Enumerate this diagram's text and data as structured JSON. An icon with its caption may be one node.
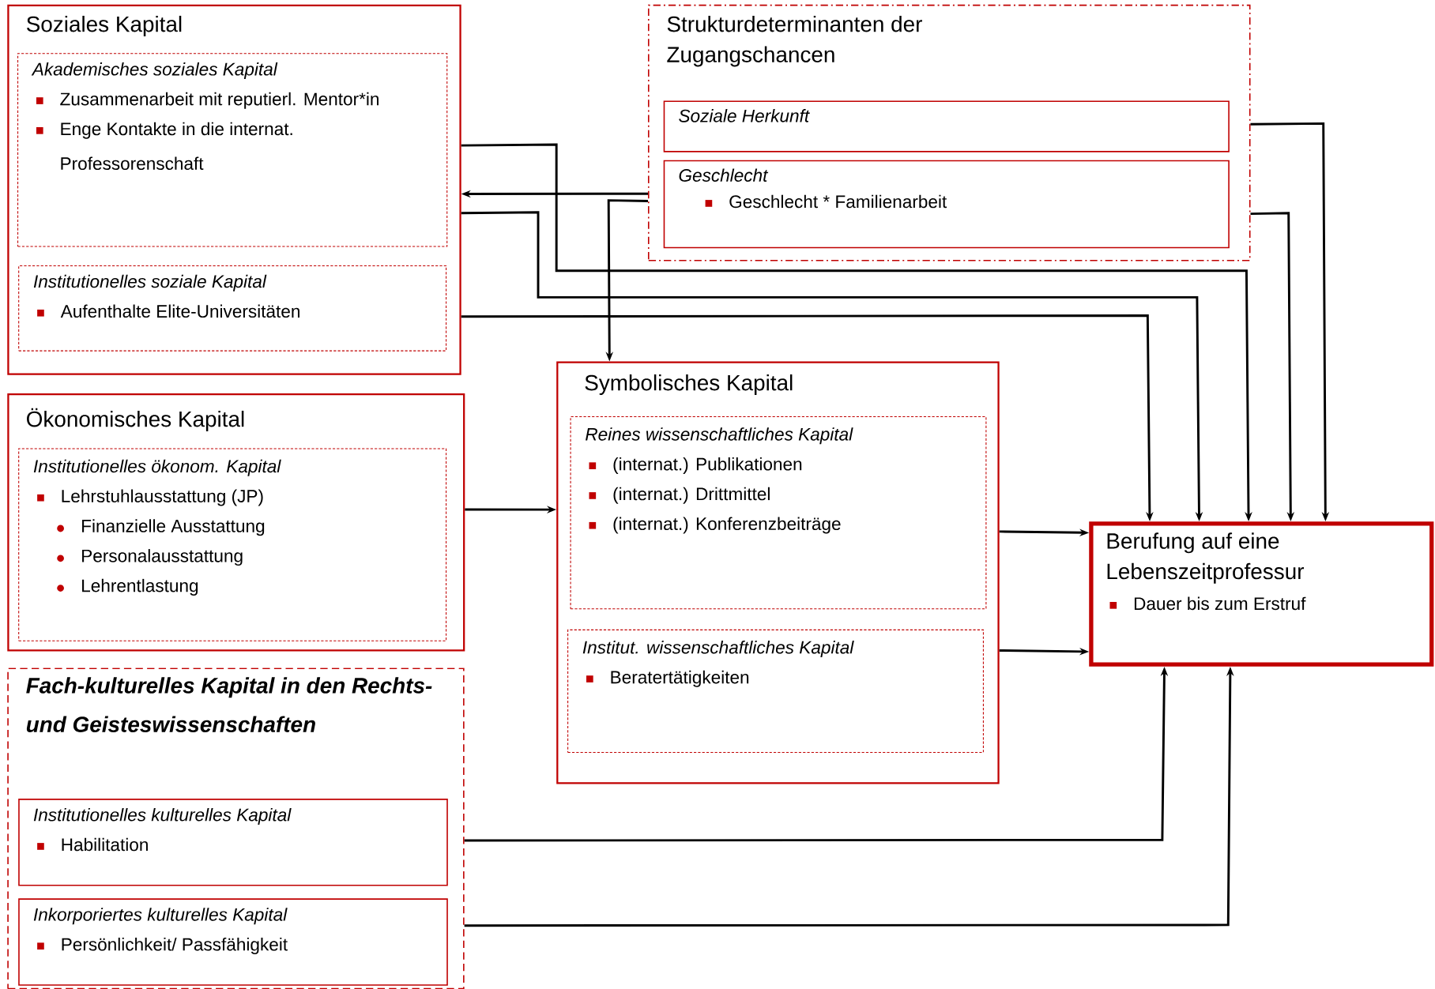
{
  "diagram": {
    "nodes": [
      {
        "text": [
          "Soziales Kapital"
        ]
      },
      {
        "text": [
          "Akademisches soziales Kapital",
          "Zusammenarbeit mit reputierl. Mentor*in",
          "Enge Kontakte in die internat. Professorenschaft"
        ],
        "in": 0
      },
      {
        "text": [
          "Institutionelles soziale Kapital",
          "Aufenthalte Elite-Universitäten"
        ],
        "in": 0
      },
      {
        "text": [
          "Strukturdeterminanten der Zugangschancen"
        ]
      },
      {
        "text": [
          "Soziale Herkunft"
        ],
        "in": 3
      },
      {
        "text": [
          "Geschlecht",
          "Geschlecht * Familienarbeit"
        ],
        "in": 3
      },
      {
        "text": [
          "Ökonomisches Kapital"
        ]
      },
      {
        "text": [
          "Institutionelles ökonom. Kapital",
          "Lehrstuhlausstattung (JP)",
          "Finanzielle Ausstattung",
          "Personalausstattung",
          "Lehrentlastung"
        ],
        "in": 6
      },
      {
        "text": [
          "Fach-kulturelles Kapital in den Rechts- und Geisteswissenschaften"
        ]
      },
      {
        "text": [
          "Institutionelles kulturelles Kapital",
          "Habilitation"
        ],
        "in": 8
      },
      {
        "text": [
          "Inkorporiertes kulturelles Kapital",
          "Persönlichkeit/ Passfähigkeit"
        ],
        "in": 8
      },
      {
        "text": [
          "Symbolisches Kapital"
        ]
      },
      {
        "text": [
          "Reines wissenschaftliches Kapital",
          "(internat.) Publikationen",
          "(internat.) Drittmittel",
          "(internat.) Konferenzbeiträge"
        ],
        "in": 11
      },
      {
        "text": [
          "Institut. wissenschaftliches Kapital",
          "Beratertätigkeiten"
        ],
        "in": 11
      },
      {
        "text": [
          "Berufung auf eine Lebenszeitprofessur",
          "Dauer bis zum Erstruf"
        ]
      }
    ],
    "edges": [
      {
        "from": 0,
        "to": 14,
        "arrow": "to"
      },
      {
        "from": 0,
        "to": 14,
        "arrow": "to"
      },
      {
        "from": 0,
        "to": 14,
        "arrow": "to"
      },
      {
        "from": 3,
        "to": 0,
        "arrow": "to"
      },
      {
        "from": 3,
        "to": 11,
        "arrow": "to"
      },
      {
        "from": 3,
        "to": 14,
        "arrow": "to"
      },
      {
        "from": 3,
        "to": 14,
        "arrow": "to"
      },
      {
        "from": 6,
        "to": 11,
        "arrow": "to"
      },
      {
        "from": 11,
        "to": 14,
        "arrow": "to"
      },
      {
        "from": 11,
        "to": 14,
        "arrow": "to"
      },
      {
        "from": 8,
        "to": 14,
        "arrow": "to"
      },
      {
        "from": 8,
        "to": 14,
        "arrow": "to"
      }
    ]
  }
}
